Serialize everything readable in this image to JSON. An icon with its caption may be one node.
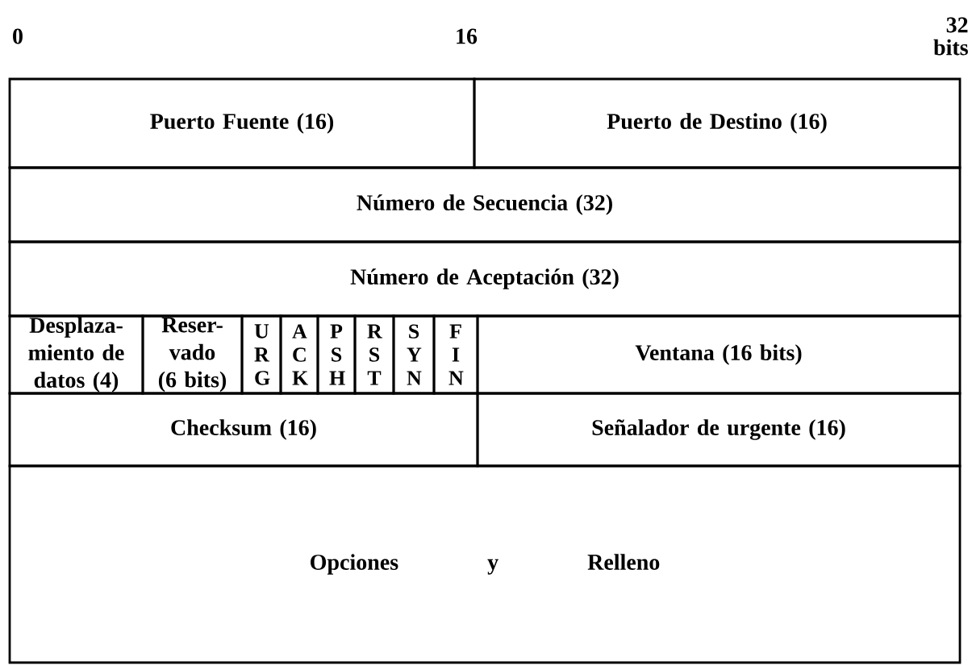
{
  "diagram": {
    "nodes": [
      {
        "text": [
          "Puerto Fuente (16)"
        ]
      },
      {
        "text": [
          "Puerto de Destino (16)"
        ]
      },
      {
        "text": [
          "Número de Secuencia (32)"
        ]
      },
      {
        "text": [
          "Número de Aceptación (32)"
        ]
      },
      {
        "text": [
          "Desplaza-miento de datos (4)"
        ]
      },
      {
        "text": [
          "Reser-vado (6 bits)"
        ]
      },
      {
        "text": [
          "U R G"
        ]
      },
      {
        "text": [
          "A C K"
        ]
      },
      {
        "text": [
          "P S H"
        ]
      },
      {
        "text": [
          "R S T"
        ]
      },
      {
        "text": [
          "S Y N"
        ]
      },
      {
        "text": [
          "F I N"
        ]
      },
      {
        "text": [
          "Ventana (16 bits)"
        ]
      },
      {
        "text": [
          "Checksum (16)"
        ]
      },
      {
        "text": [
          "Señalador de urgente (16)"
        ]
      },
      {
        "text": [
          "Opciones",
          "y",
          "Relleno"
        ]
      }
    ],
    "labels": [
      "0",
      "16",
      "32 bits"
    ]
  }
}
